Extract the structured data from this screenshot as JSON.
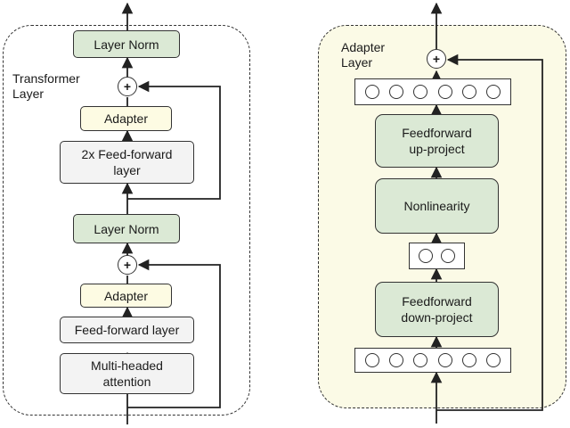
{
  "transformer": {
    "label": "Transformer\nLayer",
    "layer_norm_top": "Layer Norm",
    "adapter_top": "Adapter",
    "feed_forward_2x": "2x Feed-forward\nlayer",
    "layer_norm_bottom": "Layer Norm",
    "adapter_bottom": "Adapter",
    "feed_forward": "Feed-forward layer",
    "attention": "Multi-headed\nattention",
    "plus_top": "+",
    "plus_bottom": "+"
  },
  "adapter": {
    "label": "Adapter\nLayer",
    "plus": "+",
    "up_project": "Feedforward\nup-project",
    "nonlinearity": "Nonlinearity",
    "down_project": "Feedforward\ndown-project",
    "top_units": 6,
    "middle_units": 2,
    "bottom_units": 6
  },
  "colors": {
    "green_fill": "#dbe9d5",
    "cream_fill": "#fdfbe3",
    "gray_fill": "#f3f3f3",
    "adapter_panel_bg": "#fbfae6",
    "stroke": "#333333"
  }
}
